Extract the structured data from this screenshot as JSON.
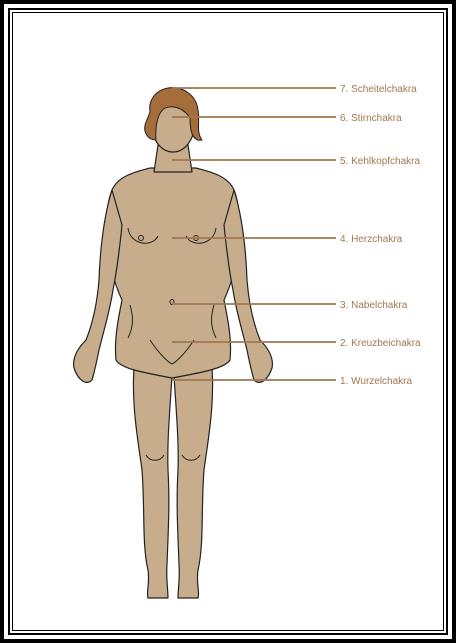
{
  "chakras": [
    {
      "label": "7. Scheitelchakra"
    },
    {
      "label": "6. Stirnchakra"
    },
    {
      "label": "5. Kehlkopfchakra"
    },
    {
      "label": "4. Herzchakra"
    },
    {
      "label": "3. Nabelchakra"
    },
    {
      "label": "2. Kreuzbeichakra"
    },
    {
      "label": "1. Wurzelchakra"
    }
  ],
  "colors": {
    "skin": "#c8ad8d",
    "hair": "#a56d3a",
    "line": "#a07850",
    "outline": "#222222"
  }
}
